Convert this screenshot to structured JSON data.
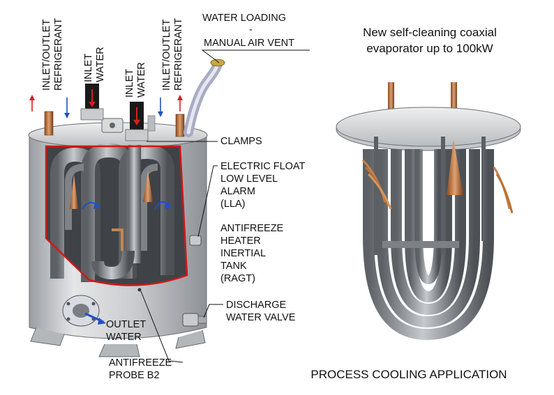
{
  "labels": {
    "inlet_outlet_refrigerant_left": [
      "INLET/OUTLET",
      "REFRIGERANT"
    ],
    "inlet_water_left": [
      "INLET",
      "WATER"
    ],
    "inlet_water_right": [
      "INLET",
      "WATER"
    ],
    "inlet_outlet_refrigerant_right": [
      "INLET/OUTLET",
      "REFRIGERANT"
    ],
    "water_loading": [
      "WATER LOADING",
      "-",
      "MANUAL AIR VENT"
    ],
    "clamps": "CLAMPS",
    "electric_float": [
      "ELECTRIC FLOAT",
      "LOW LEVEL",
      "ALARM",
      "(LLA)"
    ],
    "antifreeze_heater": [
      "ANTIFREEZE",
      "HEATER",
      "INERTIAL",
      "TANK",
      "(RAGT)"
    ],
    "discharge_valve": [
      "DISCHARGE",
      "WATER VALVE"
    ],
    "outlet_water": [
      "OUTLET",
      "WATER"
    ],
    "antifreeze_probe": [
      "ANTIFREEZE",
      "PROBE B2"
    ]
  },
  "right_title": [
    "New self-cleaning coaxial",
    "evaporator up to 100kW"
  ],
  "footer": "PROCESS COOLING APPLICATION",
  "colors": {
    "cutaway_outline": "#d01818",
    "flow_arrow_red": "#d52020",
    "flow_arrow_blue": "#2050c8",
    "copper": "#b87333",
    "steel": "#8a8e94"
  }
}
